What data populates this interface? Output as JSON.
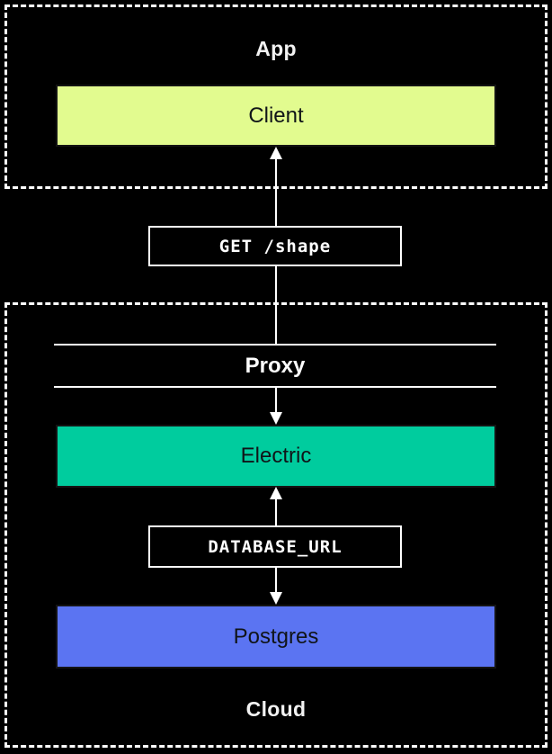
{
  "diagram": {
    "app_group": {
      "label": "App"
    },
    "cloud_group": {
      "label": "Cloud"
    },
    "nodes": {
      "client": {
        "label": "Client",
        "fill": "#e2fb8f",
        "text_color": "#101418"
      },
      "proxy": {
        "label": "Proxy",
        "text_color": "#ffffff"
      },
      "electric": {
        "label": "Electric",
        "fill": "#00cc9e",
        "text_color": "#101418"
      },
      "postgres": {
        "label": "Postgres",
        "fill": "#5b74f2",
        "text_color": "#101418"
      }
    },
    "edge_labels": {
      "get_shape": "GET /shape",
      "database_url": "DATABASE_URL"
    },
    "colors": {
      "background": "#000000",
      "line": "#ffffff",
      "group_border": "#ffffff",
      "group_label_text": "#f2f2f2"
    }
  }
}
